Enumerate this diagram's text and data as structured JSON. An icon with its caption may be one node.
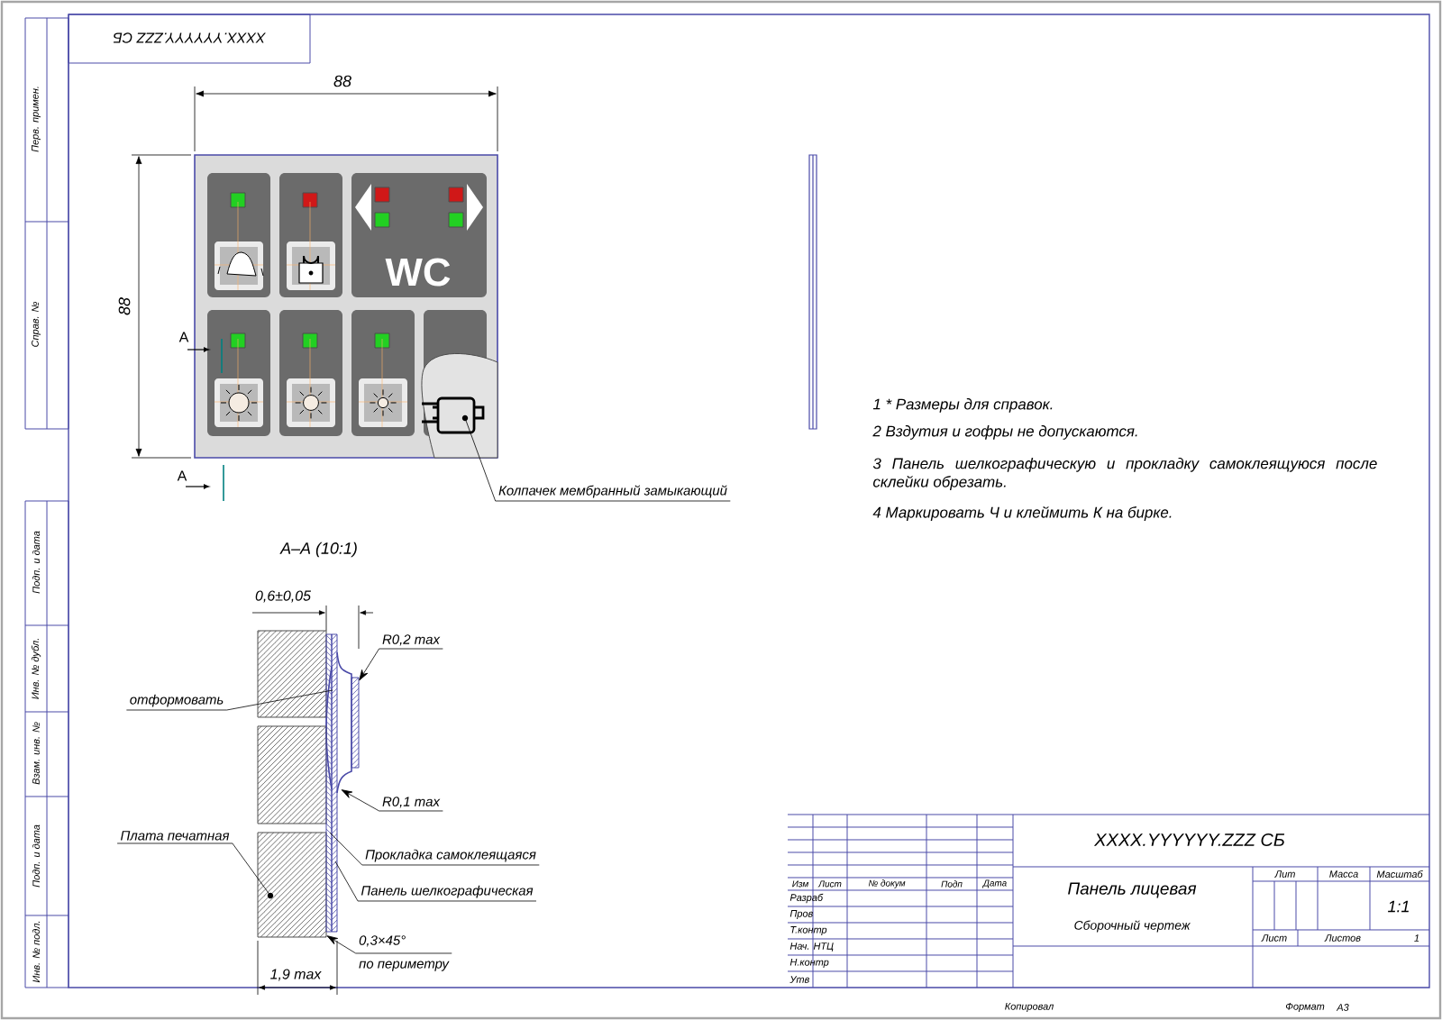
{
  "diagram": {
    "nodes": [
      {
        "text": [
          "Колпачек мембранный замыкающий"
        ]
      },
      {
        "text": [
          "R0,2 max"
        ]
      },
      {
        "text": [
          "отформовать"
        ]
      },
      {
        "text": [
          "R0,1 max"
        ]
      },
      {
        "text": [
          "Плата печатная"
        ]
      },
      {
        "text": [
          "Прокладка самоклеящаяся"
        ]
      },
      {
        "text": [
          "Панель шелкографическая"
        ]
      },
      {
        "text": [
          "0,3×45°",
          "по периметру"
        ]
      },
      {
        "text": [],
        "shape": "picture"
      },
      {
        "text": [],
        "shape": "picture"
      },
      {
        "text": [],
        "shape": "bar"
      },
      {
        "text": [],
        "shape": "picture"
      }
    ],
    "edges": [
      {
        "from": 0,
        "to": 8,
        "arrow": "none"
      },
      {
        "from": 1,
        "to": 11,
        "arrow": "to"
      },
      {
        "from": 2,
        "to": 11,
        "arrow": "none"
      },
      {
        "from": 3,
        "to": 11,
        "arrow": "to"
      },
      {
        "from": 4,
        "to": 9,
        "arrow": "none"
      },
      {
        "from": 5,
        "to": 10,
        "arrow": "none"
      },
      {
        "from": 6,
        "to": 11,
        "arrow": "none"
      },
      {
        "from": 7,
        "to": 9,
        "arrow": "to"
      }
    ],
    "labels": [
      "XXXX.YYYYYY.ZZZ СБ",
      "88",
      "Перв. примен.",
      "88",
      "Справ. №",
      "WC",
      "А",
      "А",
      "1 * Размеры для справок.",
      "2 Вздутия и гофры не допускаются.",
      "3 Панель шелкографическую и прокладку самоклеящуюся после склейки обрезать.",
      "4 Маркировать Ч и клеймить К на бирке.",
      "А–А (10:1)",
      "0,6±0,05",
      "Подп. и дата",
      "Инв. № дубл.",
      "Взам. инв. №",
      "Подп. и дата",
      "Инв. № подл.",
      "1,9 max",
      "XXXX.YYYYYY.ZZZ СБ",
      "Изм",
      "Лист",
      "№ докум",
      "Подп",
      "Дата",
      "Панель лицевая",
      "Лит",
      "Масса",
      "Масштаб",
      "Разраб",
      "Пров",
      "Т.контр",
      "Нач. НТЦ",
      "Н.контр",
      "Утв",
      "Сборочный чертеж",
      "1:1",
      "Лист",
      "Листов",
      "1",
      "Копировал",
      "Формат",
      "А3"
    ]
  }
}
